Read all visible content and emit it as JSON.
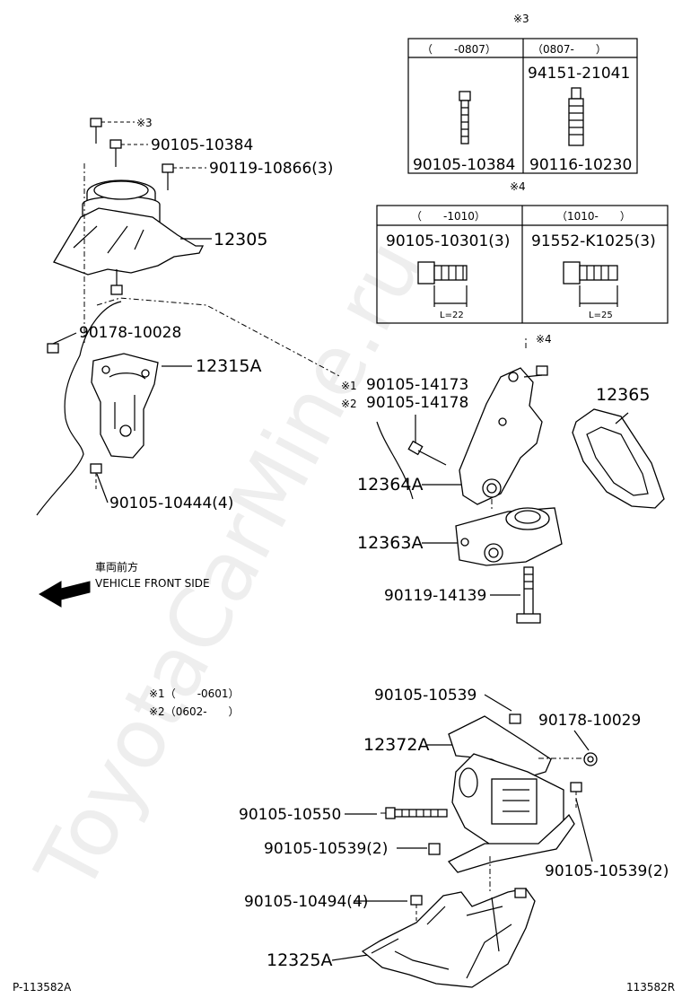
{
  "watermark": "ToyotaCarMine.ru",
  "footer": {
    "left_code": "P-113582A",
    "right_code": "113582R"
  },
  "direction": {
    "label_jp": "車両前方",
    "label_en": "VEHICLE FRONT SIDE"
  },
  "notes": {
    "note1": "※1（　　-0601）",
    "note2": "※2（0602-　　）"
  },
  "table3": {
    "marker": "※3",
    "col1_header": "（　　-0807）",
    "col2_header": "（0807-　　）",
    "col2_top_part": "94151-21041",
    "col1_part": "90105-10384",
    "col2_part": "90116-10230"
  },
  "table4": {
    "marker": "※4",
    "col1_header": "（　　-1010）",
    "col2_header": "（1010-　　）",
    "col1_part": "90105-10301(3)",
    "col2_part": "91552-K1025(3)",
    "col1_len": "L=22",
    "col2_len": "L=25"
  },
  "labels": {
    "m3": "※3",
    "p90105_10384": "90105-10384",
    "p90119_10866": "90119-10866(3)",
    "p12305": "12305",
    "p90178_10028": "90178-10028",
    "p12315A": "12315A",
    "p90105_10444": "90105-10444(4)",
    "m1": "※1",
    "p90105_14173": "90105-14173",
    "m2": "※2",
    "p90105_14178": "90105-14178",
    "m4": "※4",
    "p12365": "12365",
    "p12364A": "12364A",
    "p12363A": "12363A",
    "p90119_14139": "90119-14139",
    "p90105_10539": "90105-10539",
    "p90178_10029": "90178-10029",
    "p12372A": "12372A",
    "p90105_10550": "90105-10550",
    "p90105_10539_2a": "90105-10539(2)",
    "p90105_10539_2b": "90105-10539(2)",
    "p90105_10494": "90105-10494(4)",
    "p12325A": "12325A"
  }
}
